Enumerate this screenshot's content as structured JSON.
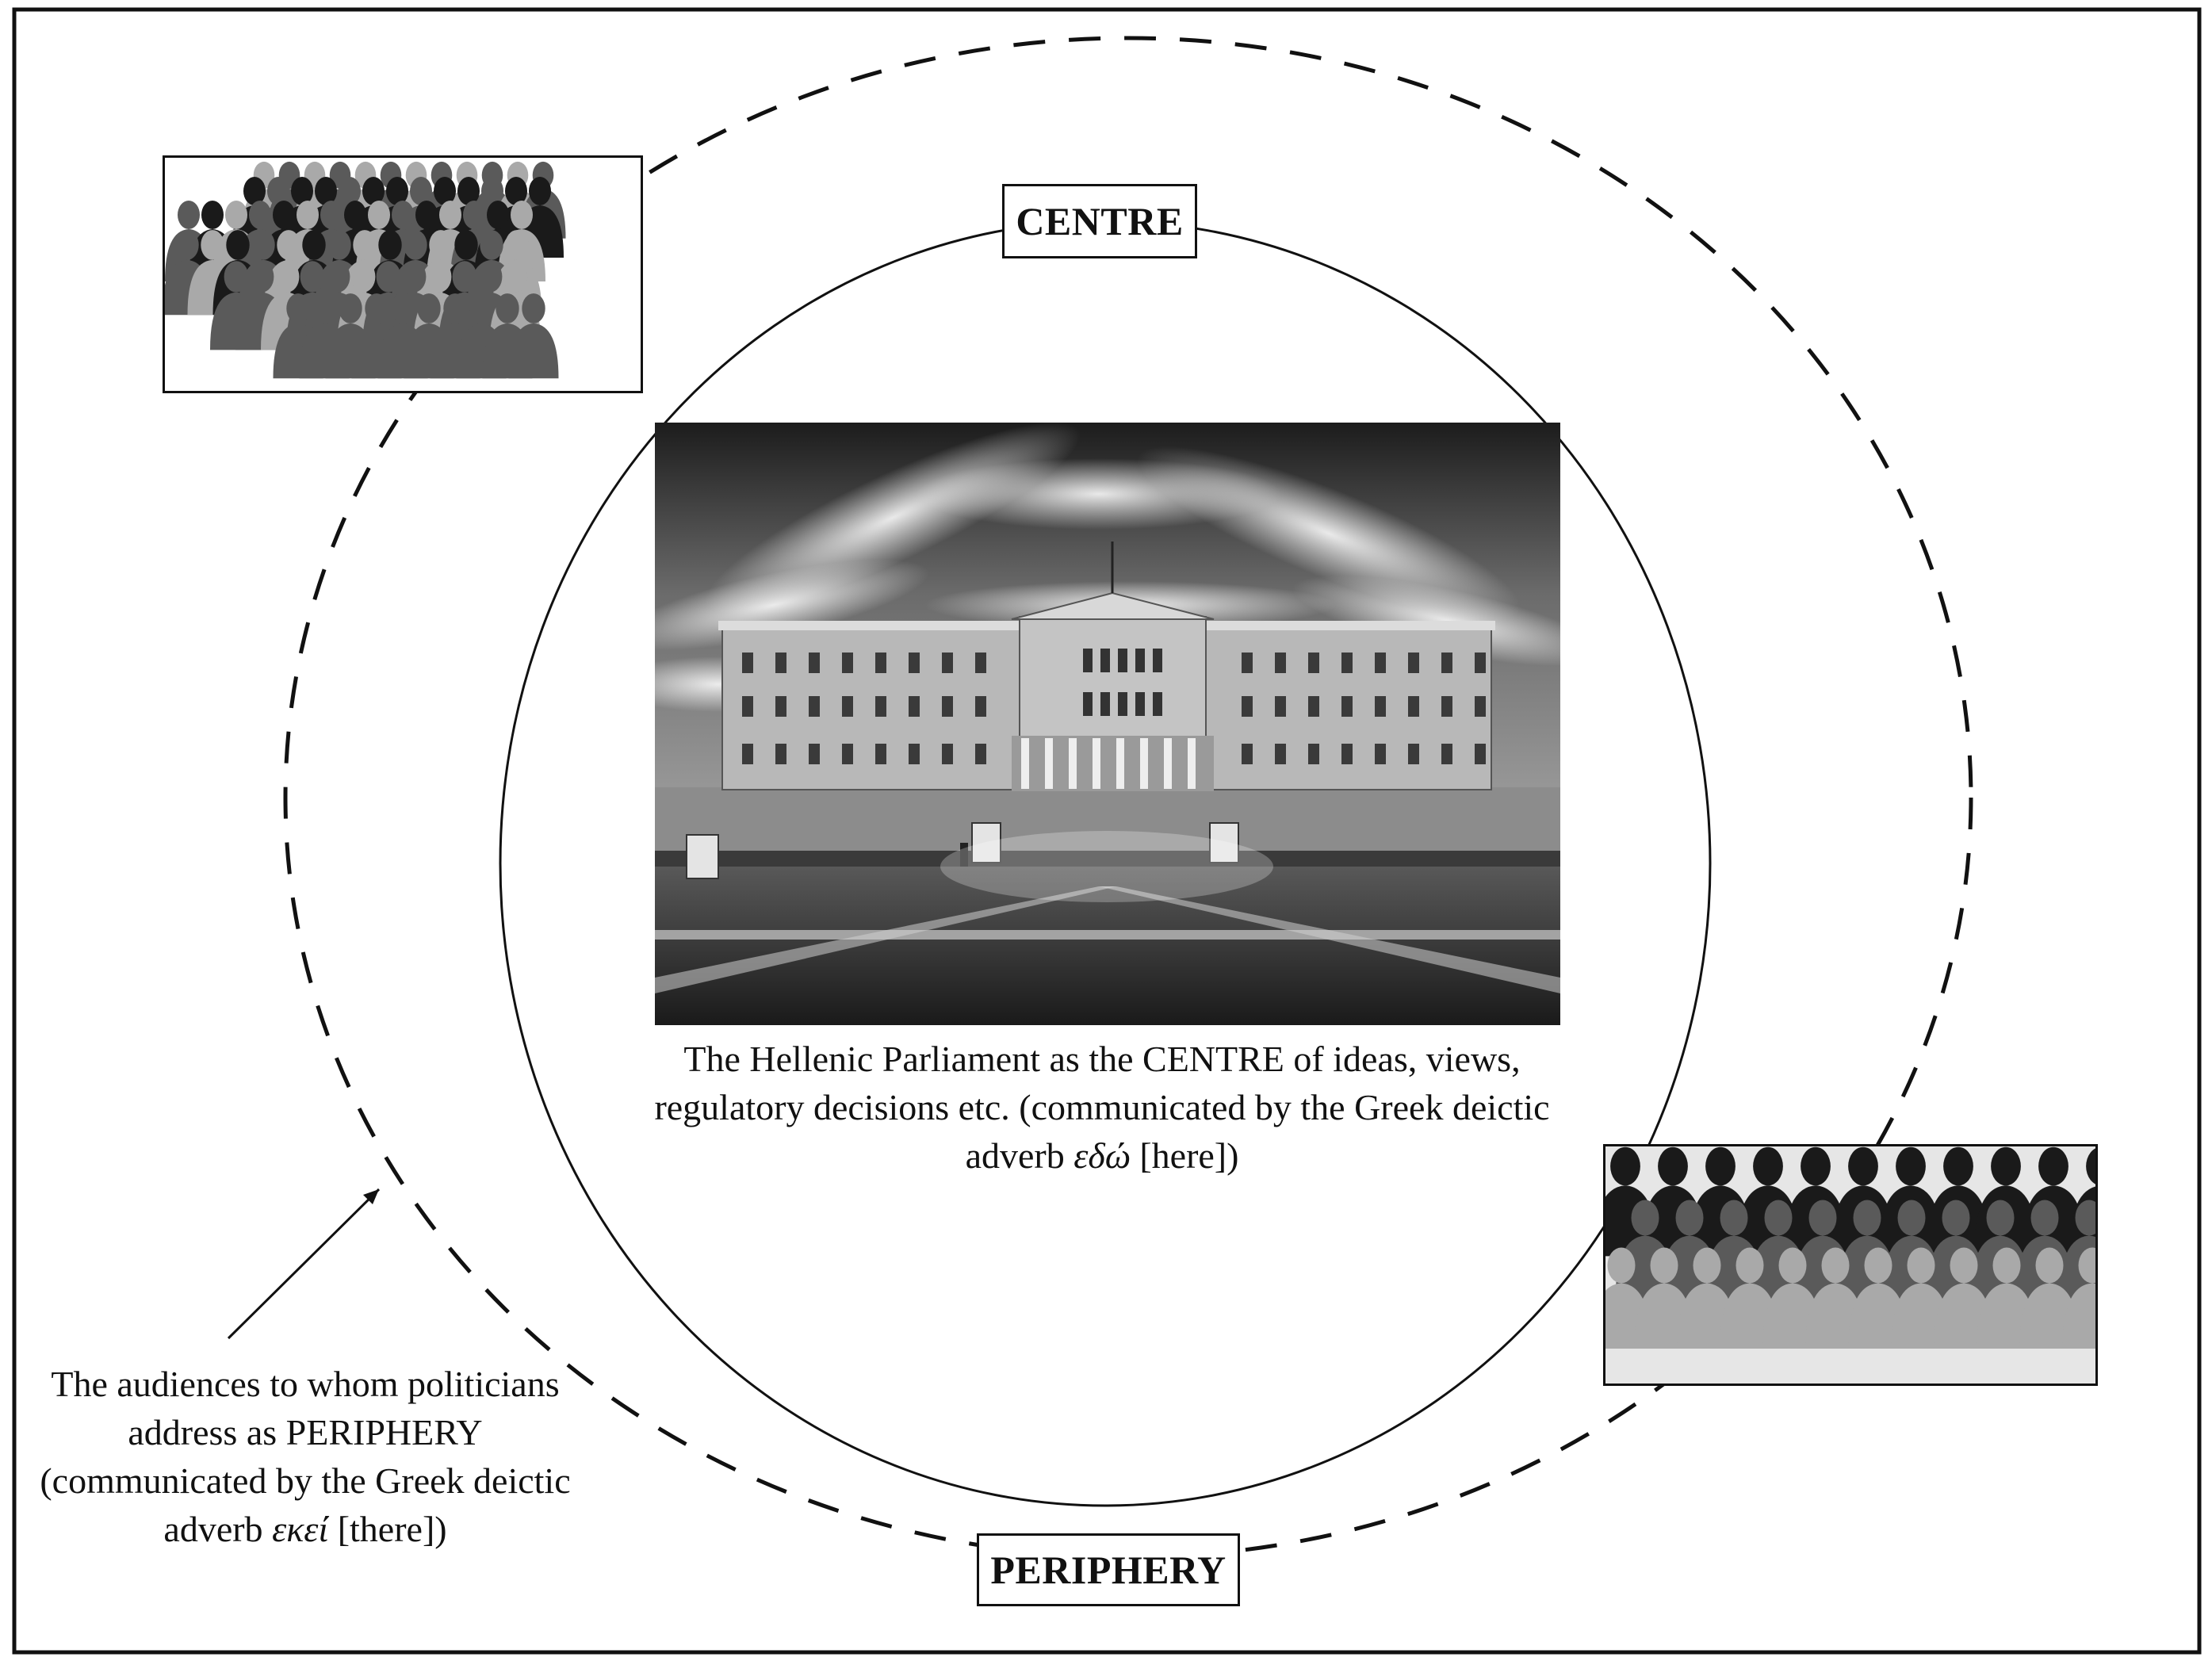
{
  "labels": {
    "centre": "CENTRE",
    "periphery": "PERIPHERY"
  },
  "centre_caption": {
    "part1": "The Hellenic Parliament as the ",
    "centre_word": "CENTRE",
    "part2": " of ideas, views, regulatory decisions etc. (communicated by the Greek deictic adverb ",
    "greek_word": "εδώ",
    "part3": " [here])"
  },
  "periphery_caption": {
    "part1": "The audiences to whom politicians address as ",
    "periphery_word": "PERIPHERY",
    "part2": " (communicated by the Greek deictic adverb ",
    "greek_word": "εκεί",
    "part3": " [there])"
  },
  "colors": {
    "stroke": "#111111",
    "crowd_dark": "#1a1a1a",
    "crowd_mid": "#5a5a5a",
    "crowd_light": "#a9a9a9"
  }
}
